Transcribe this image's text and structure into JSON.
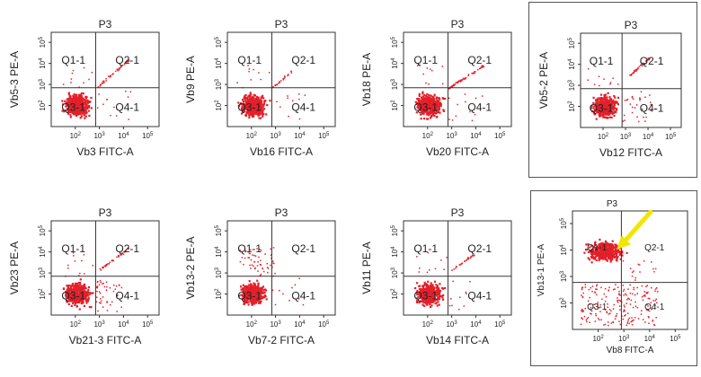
{
  "chart_data": [
    {
      "type": "scatter",
      "title": "P3",
      "xlabel": "Vb3 FITC-A",
      "ylabel": "Vb5-3 PE-A",
      "quadrants": [
        "Q1-1",
        "Q2-1",
        "Q3-1",
        "Q4-1"
      ],
      "xticks": [
        "10^2",
        "10^3",
        "10^4",
        "10^5"
      ],
      "yticks": [
        "10^2",
        "10^3",
        "10^4",
        "10^5"
      ],
      "x_scale": "log",
      "y_scale": "log",
      "xlim": [
        10,
        300000
      ],
      "ylim": [
        10,
        300000
      ],
      "gate": [
        700,
        700
      ],
      "clusters": [
        {
          "x": [
            20,
            600
          ],
          "y": [
            20,
            600
          ],
          "n": 420,
          "kind": "dense"
        },
        {
          "x": [
            700,
            15000
          ],
          "y": [
            700,
            15000
          ],
          "n": 40,
          "kind": "diagonal"
        },
        {
          "x": [
            700,
            20000
          ],
          "y": [
            20,
            600
          ],
          "n": 12,
          "kind": "scatter"
        },
        {
          "x": [
            20,
            600
          ],
          "y": [
            700,
            10000
          ],
          "n": 10,
          "kind": "scatter"
        }
      ]
    },
    {
      "type": "scatter",
      "title": "P3",
      "xlabel": "Vb16 FITC-A",
      "ylabel": "Vb9 PE-A",
      "quadrants": [
        "Q1-1",
        "Q2-1",
        "Q3-1",
        "Q4-1"
      ],
      "xticks": [
        "10^2",
        "10^3",
        "10^4",
        "10^5"
      ],
      "yticks": [
        "10^2",
        "10^3",
        "10^4",
        "10^5"
      ],
      "x_scale": "log",
      "y_scale": "log",
      "xlim": [
        10,
        300000
      ],
      "ylim": [
        10,
        300000
      ],
      "gate": [
        700,
        700
      ],
      "clusters": [
        {
          "x": [
            20,
            600
          ],
          "y": [
            20,
            600
          ],
          "n": 420,
          "kind": "dense"
        },
        {
          "x": [
            700,
            5000
          ],
          "y": [
            700,
            5000
          ],
          "n": 22,
          "kind": "diagonal"
        },
        {
          "x": [
            700,
            20000
          ],
          "y": [
            20,
            600
          ],
          "n": 10,
          "kind": "scatter"
        },
        {
          "x": [
            20,
            600
          ],
          "y": [
            700,
            10000
          ],
          "n": 10,
          "kind": "scatter"
        }
      ]
    },
    {
      "type": "scatter",
      "title": "P3",
      "xlabel": "Vb20 FITC-A",
      "ylabel": "Vb18 PE-A",
      "quadrants": [
        "Q1-1",
        "Q2-1",
        "Q3-1",
        "Q4-1"
      ],
      "xticks": [
        "10^2",
        "10^3",
        "10^4",
        "10^5"
      ],
      "yticks": [
        "10^2",
        "10^3",
        "10^4",
        "10^5"
      ],
      "x_scale": "log",
      "y_scale": "log",
      "xlim": [
        10,
        300000
      ],
      "ylim": [
        10,
        300000
      ],
      "gate": [
        700,
        700
      ],
      "clusters": [
        {
          "x": [
            20,
            600
          ],
          "y": [
            20,
            600
          ],
          "n": 420,
          "kind": "dense"
        },
        {
          "x": [
            700,
            20000
          ],
          "y": [
            700,
            8000
          ],
          "n": 60,
          "kind": "diagonal"
        },
        {
          "x": [
            700,
            20000
          ],
          "y": [
            20,
            600
          ],
          "n": 12,
          "kind": "scatter"
        },
        {
          "x": [
            20,
            600
          ],
          "y": [
            700,
            10000
          ],
          "n": 10,
          "kind": "scatter"
        }
      ]
    },
    {
      "type": "scatter",
      "title": "P3",
      "xlabel": "Vb12 FITC-A",
      "ylabel": "Vb5-2 PE-A",
      "quadrants": [
        "Q1-1",
        "Q2-1",
        "Q3-1",
        "Q4-1"
      ],
      "xticks": [
        "10^2",
        "10^3",
        "10^4",
        "10^5"
      ],
      "yticks": [
        "10^2",
        "10^3",
        "10^4",
        "10^5"
      ],
      "x_scale": "log",
      "y_scale": "log",
      "xlim": [
        10,
        300000
      ],
      "ylim": [
        10,
        300000
      ],
      "gate": [
        700,
        700
      ],
      "clusters": [
        {
          "x": [
            20,
            600
          ],
          "y": [
            20,
            600
          ],
          "n": 420,
          "kind": "dense"
        },
        {
          "x": [
            1500,
            10000
          ],
          "y": [
            3000,
            20000
          ],
          "n": 45,
          "kind": "diagonal"
        },
        {
          "x": [
            700,
            20000
          ],
          "y": [
            20,
            600
          ],
          "n": 30,
          "kind": "scatter"
        },
        {
          "x": [
            20,
            600
          ],
          "y": [
            700,
            10000
          ],
          "n": 10,
          "kind": "scatter"
        }
      ]
    },
    {
      "type": "scatter",
      "title": "P3",
      "xlabel": "Vb21-3 FITC-A",
      "ylabel": "Vb23 PE-A",
      "quadrants": [
        "Q1-1",
        "Q2-1",
        "Q3-1",
        "Q4-1"
      ],
      "xticks": [
        "10^2",
        "10^3",
        "10^4",
        "10^5"
      ],
      "yticks": [
        "10^2",
        "10^3",
        "10^4",
        "10^5"
      ],
      "x_scale": "log",
      "y_scale": "log",
      "xlim": [
        10,
        300000
      ],
      "ylim": [
        10,
        300000
      ],
      "gate": [
        700,
        700
      ],
      "clusters": [
        {
          "x": [
            20,
            600
          ],
          "y": [
            20,
            600
          ],
          "n": 420,
          "kind": "dense"
        },
        {
          "x": [
            1000,
            15000
          ],
          "y": [
            1500,
            15000
          ],
          "n": 45,
          "kind": "diagonal"
        },
        {
          "x": [
            700,
            8000
          ],
          "y": [
            15,
            600
          ],
          "n": 45,
          "kind": "scatter"
        },
        {
          "x": [
            20,
            600
          ],
          "y": [
            700,
            10000
          ],
          "n": 12,
          "kind": "scatter"
        }
      ]
    },
    {
      "type": "scatter",
      "title": "P3",
      "xlabel": "Vb7-2 FITC-A",
      "ylabel": "Vb13-2 PE-A",
      "quadrants": [
        "Q1-1",
        "Q2-1",
        "Q3-1",
        "Q4-1"
      ],
      "xticks": [
        "10^2",
        "10^3",
        "10^4",
        "10^5"
      ],
      "yticks": [
        "10^2",
        "10^3",
        "10^4",
        "10^5"
      ],
      "x_scale": "log",
      "y_scale": "log",
      "xlim": [
        10,
        300000
      ],
      "ylim": [
        10,
        300000
      ],
      "gate": [
        700,
        700
      ],
      "clusters": [
        {
          "x": [
            20,
            600
          ],
          "y": [
            20,
            600
          ],
          "n": 420,
          "kind": "dense"
        },
        {
          "x": [
            30,
            900
          ],
          "y": [
            700,
            20000
          ],
          "n": 55,
          "kind": "scatter"
        },
        {
          "x": [
            700,
            20000
          ],
          "y": [
            20,
            600
          ],
          "n": 10,
          "kind": "scatter"
        }
      ]
    },
    {
      "type": "scatter",
      "title": "P3",
      "xlabel": "Vb14 FITC-A",
      "ylabel": "Vb11 PE-A",
      "quadrants": [
        "Q1-1",
        "Q2-1",
        "Q3-1",
        "Q4-1"
      ],
      "xticks": [
        "10^2",
        "10^3",
        "10^4",
        "10^5"
      ],
      "yticks": [
        "10^2",
        "10^3",
        "10^4",
        "10^5"
      ],
      "x_scale": "log",
      "y_scale": "log",
      "xlim": [
        10,
        300000
      ],
      "ylim": [
        10,
        300000
      ],
      "gate": [
        700,
        700
      ],
      "clusters": [
        {
          "x": [
            20,
            600
          ],
          "y": [
            20,
            600
          ],
          "n": 420,
          "kind": "dense"
        },
        {
          "x": [
            1000,
            8000
          ],
          "y": [
            1500,
            8000
          ],
          "n": 28,
          "kind": "diagonal"
        },
        {
          "x": [
            700,
            20000
          ],
          "y": [
            20,
            600
          ],
          "n": 10,
          "kind": "scatter"
        },
        {
          "x": [
            20,
            600
          ],
          "y": [
            700,
            10000
          ],
          "n": 10,
          "kind": "scatter"
        }
      ]
    },
    {
      "type": "scatter",
      "title": "P3",
      "xlabel": "Vb8 FITC-A",
      "ylabel": "Vb13-1 PE-A",
      "quadrants": [
        "Q1-1",
        "Q2-1",
        "Q3-1",
        "Q4-1"
      ],
      "xticks": [
        "10^2",
        "10^3",
        "10^4",
        "10^5"
      ],
      "yticks": [
        "10^2",
        "10^3",
        "10^4",
        "10^5"
      ],
      "x_scale": "log",
      "y_scale": "log",
      "xlim": [
        10,
        300000
      ],
      "ylim": [
        10,
        300000
      ],
      "gate": [
        800,
        600
      ],
      "annotation": {
        "type": "arrow",
        "color": "#f2e600"
      },
      "clusters": [
        {
          "x": [
            20,
            1500
          ],
          "y": [
            3000,
            30000
          ],
          "n": 480,
          "kind": "dense"
        },
        {
          "x": [
            20,
            20000
          ],
          "y": [
            15,
            550
          ],
          "n": 200,
          "kind": "scatter"
        },
        {
          "x": [
            800,
            20000
          ],
          "y": [
            600,
            5000
          ],
          "n": 15,
          "kind": "scatter"
        }
      ]
    }
  ]
}
